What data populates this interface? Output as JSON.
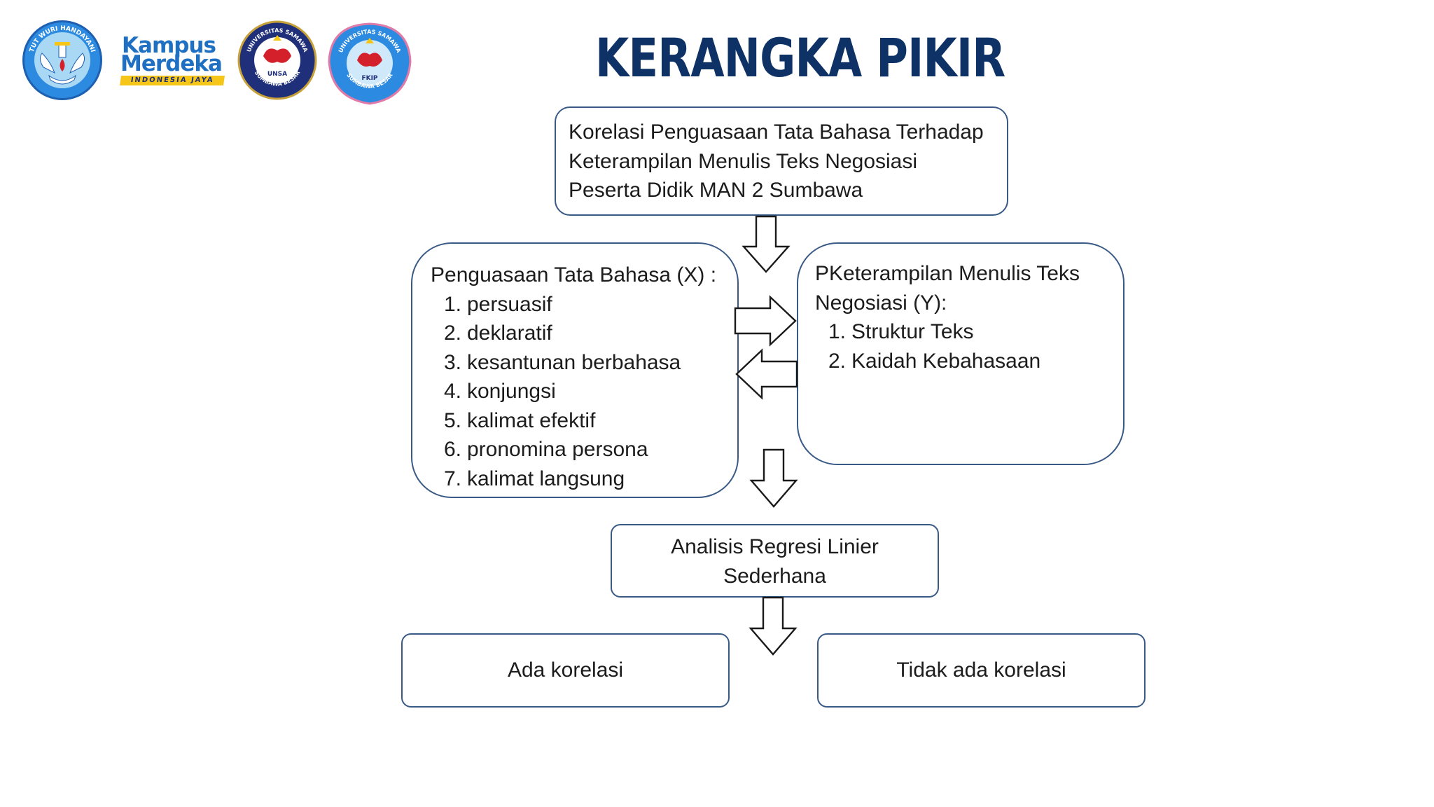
{
  "title": "KERANGKA PIKIR",
  "logos": {
    "tut_wuri": "TUT WURI HANDAYANI",
    "kampus_line1": "Kampus",
    "kampus_line2": "Merdeka",
    "kampus_tagline": "INDONESIA JAYA",
    "unsa_ring": "UNIVERSITAS SAMAWA",
    "unsa_center": "UNSA",
    "unsa_bottom": "SUMBAWA BESAR",
    "fkip_ring": "UNIVERSITAS SAMAWA",
    "fkip_center": "FKIP",
    "fkip_bottom": "SUMBAWA BESAR"
  },
  "top_box": {
    "lines": [
      "Korelasi Penguasaan Tata Bahasa Terhadap",
      "Keterampilan Menulis Teks Negosiasi",
      "Peserta Didik MAN 2 Sumbawa"
    ]
  },
  "x_box": {
    "heading": "Penguasaan Tata Bahasa (X) :",
    "items": [
      {
        "num": "1.",
        "text": "persuasif"
      },
      {
        "num": "2.",
        "text": "deklaratif"
      },
      {
        "num": "3.",
        "text": "kesantunan berbahasa"
      },
      {
        "num": "4.",
        "text": "konjungsi"
      },
      {
        "num": "5.",
        "text": "kalimat efektif"
      },
      {
        "num": "6.",
        "text": "pronomina persona"
      },
      {
        "num": "7.",
        "text": "kalimat langsung"
      }
    ]
  },
  "y_box": {
    "heading_line1": "PKeterampilan Menulis Teks",
    "heading_line2": "Negosiasi (Y):",
    "items": [
      {
        "num": "1.",
        "text": "Struktur Teks"
      },
      {
        "num": "2.",
        "text": "Kaidah Kebahasaan"
      }
    ]
  },
  "analysis_box": {
    "line1": "Analisis Regresi Linier",
    "line2": "Sederhana"
  },
  "result_left": "Ada korelasi",
  "result_right": "Tidak ada korelasi",
  "colors": {
    "title": "#0f3266",
    "box_border": "#3a5a86",
    "logo_blue": "#1f6fc2",
    "logo_navy": "#1f2f7a",
    "logo_red": "#d3202a",
    "logo_yellow": "#f5c518"
  }
}
